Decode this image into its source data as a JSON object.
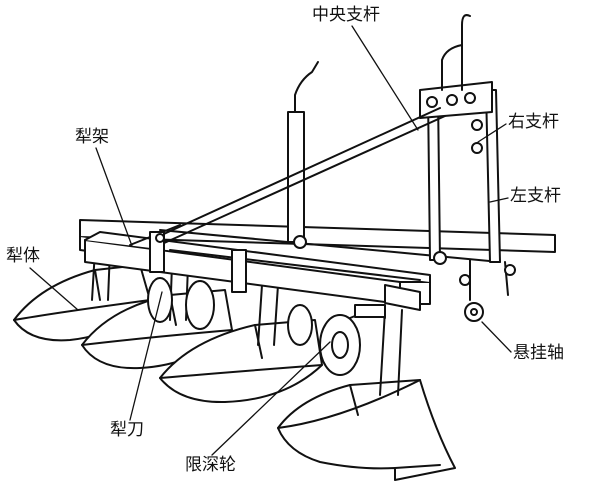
{
  "labels": {
    "center_strut": "中央支杆",
    "right_strut": "右支杆",
    "plough_frame": "犁架",
    "left_strut": "左支杆",
    "plough_body": "犁体",
    "hitch_axle": "悬挂轴",
    "ploughshare": "犁刀",
    "depth_wheel": "限深轮"
  },
  "colors": {
    "line": "#111111",
    "background": "#ffffff"
  }
}
